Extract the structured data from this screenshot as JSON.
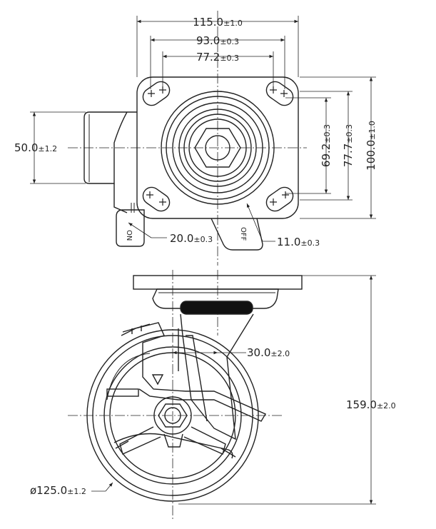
{
  "dimensions": {
    "plate_width": {
      "value": "115.0",
      "tol": "±1.0"
    },
    "hole_spacing_x": {
      "value": "93.0",
      "tol": "±0.3"
    },
    "hole_spacing_x2": {
      "value": "77.2",
      "tol": "±0.3"
    },
    "brake_width": {
      "value": "50.0",
      "tol": "±1.2"
    },
    "hole_spacing_y": {
      "value": "69.2",
      "tol": "±0.3"
    },
    "hole_spacing_y2": {
      "value": "77.7",
      "tol": "±0.3"
    },
    "plate_length": {
      "value": "100.0",
      "tol": "±1.0"
    },
    "slot_width": {
      "value": "20.0",
      "tol": "±0.3"
    },
    "slot_width2": {
      "value": "11.0",
      "tol": "±0.3"
    },
    "offset": {
      "value": "30.0",
      "tol": "±2.0"
    },
    "overall_height": {
      "value": "159.0",
      "tol": "±2.0"
    },
    "wheel_diameter": {
      "value": "ø125.0",
      "tol": "±1.2"
    }
  },
  "pedal_labels": {
    "on": "ON",
    "off": "OFF"
  }
}
